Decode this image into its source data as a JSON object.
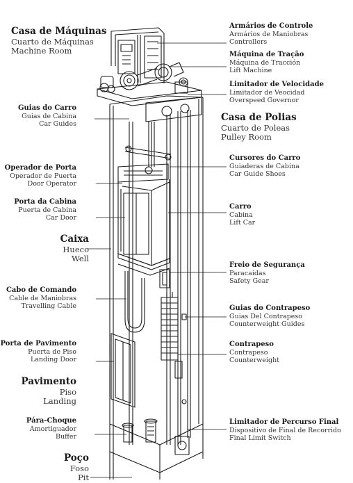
{
  "labels": {
    "machine_room": {
      "pt": "Casa de Máquinas",
      "es": "Cuarto de Máquinas",
      "en": "Machine Room"
    },
    "car_guides": {
      "pt": "Guias do Carro",
      "es": "Guias de Cabina",
      "en": "Car Guides"
    },
    "door_operator": {
      "pt": "Operador de Porta",
      "es": "Operador de Puerta",
      "en": "Door Operator"
    },
    "car_door": {
      "pt": "Porta da Cabina",
      "es": "Puerta de Cabina",
      "en": "Car Door"
    },
    "well": {
      "pt": "Caixa",
      "es": "Hueco",
      "en": "Well"
    },
    "travelling_cable": {
      "pt": "Cabo de Comando",
      "es": "Cable de Maniobras",
      "en": "Travelling Cable"
    },
    "landing_door": {
      "pt": "Porta de Pavimento",
      "es": "Puerta de Piso",
      "en": "Landing Door"
    },
    "landing": {
      "pt": "Pavimento",
      "es": "Piso",
      "en": "Landing"
    },
    "buffer": {
      "pt": "Pára-Choque",
      "es": "Amortiguador",
      "en": "Buffer"
    },
    "pit": {
      "pt": "Poço",
      "es": "Foso",
      "en": "Pit"
    },
    "controllers": {
      "pt": "Armários de Controle",
      "es": "Armários de Maniobras",
      "en": "Controllers"
    },
    "lift_machine": {
      "pt": "Máquina de Tração",
      "es": "Máquina de Tracción",
      "en": "Lift Machine"
    },
    "overspeed_governor": {
      "pt": "Limitador de Velocidade",
      "es": "Limitador de Veocidad",
      "en": "Overspeed Governor"
    },
    "pulley_room": {
      "pt": "Casa de Polias",
      "es": "Cuarto de Poleas",
      "en": "Pulley Room"
    },
    "car_guide_shoes": {
      "pt": "Cursores do Carro",
      "es": "Guiaderas de Cabina",
      "en": "Car Guide Shoes"
    },
    "lift_car": {
      "pt": "Carro",
      "es": "Cabina",
      "en": "Lift Car"
    },
    "safety_gear": {
      "pt": "Freio de Segurança",
      "es": "Paracaidas",
      "en": "Safety Gear"
    },
    "counterweight_guides": {
      "pt": "Guias do Contrapeso",
      "es": "Guias Del Contrapeso",
      "en": "Counterweight Guides"
    },
    "counterweight": {
      "pt": "Contrapeso",
      "es": "Contrapeso",
      "en": "Counterweight"
    },
    "final_limit_switch": {
      "pt": "Limitador de Percurso Final",
      "es": "Dispositivo de Final de Recorrido",
      "en": "Final Limit Switch"
    }
  },
  "colors": {
    "ink": "#1a1a1a",
    "muted": "#333333",
    "background": "#ffffff"
  }
}
